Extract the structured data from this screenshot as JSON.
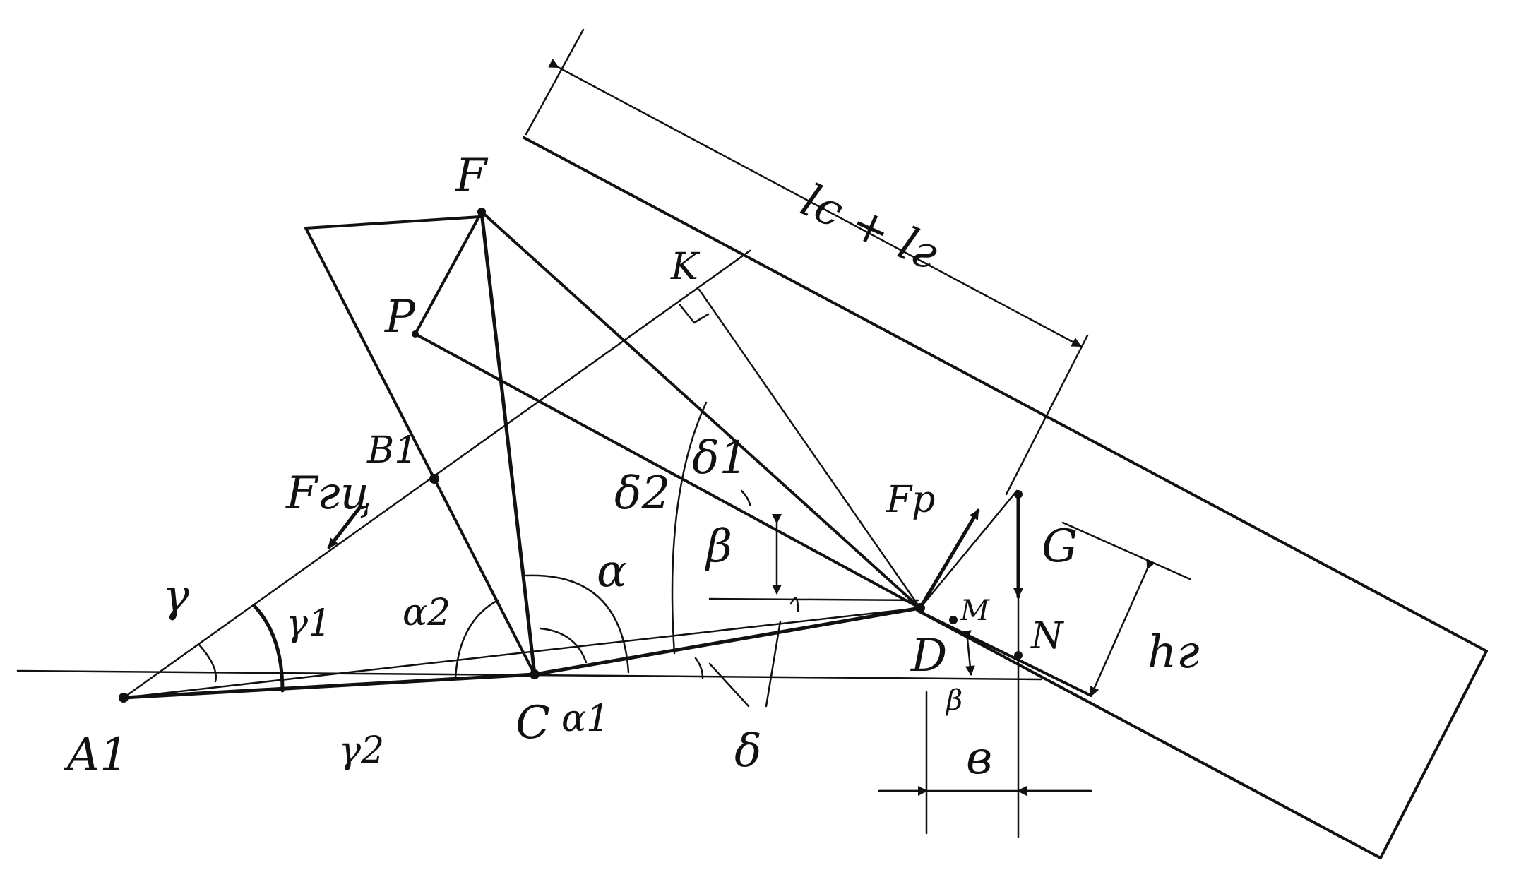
{
  "points": {
    "A1": "A1",
    "C": "C",
    "D": "D",
    "F": "F",
    "P": "P",
    "K": "K",
    "B1": "B1",
    "M": "M",
    "N": "N",
    "G": "G"
  },
  "forces": {
    "Fgc": "Fгц",
    "Fp": "Fр",
    "G": "G"
  },
  "angles": {
    "gamma": "γ",
    "gamma1": "γ1",
    "gamma2": "γ2",
    "alpha": "α",
    "alpha1": "α1",
    "alpha2": "α2",
    "beta_top": "β",
    "beta_bottom": "β",
    "delta": "δ",
    "delta1": "δ1",
    "delta2": "δ2"
  },
  "dimensions": {
    "length": "lс + lг",
    "height": "hг",
    "offset": "в"
  },
  "colors": {
    "ink": "#111111",
    "paper": "#ffffff"
  }
}
